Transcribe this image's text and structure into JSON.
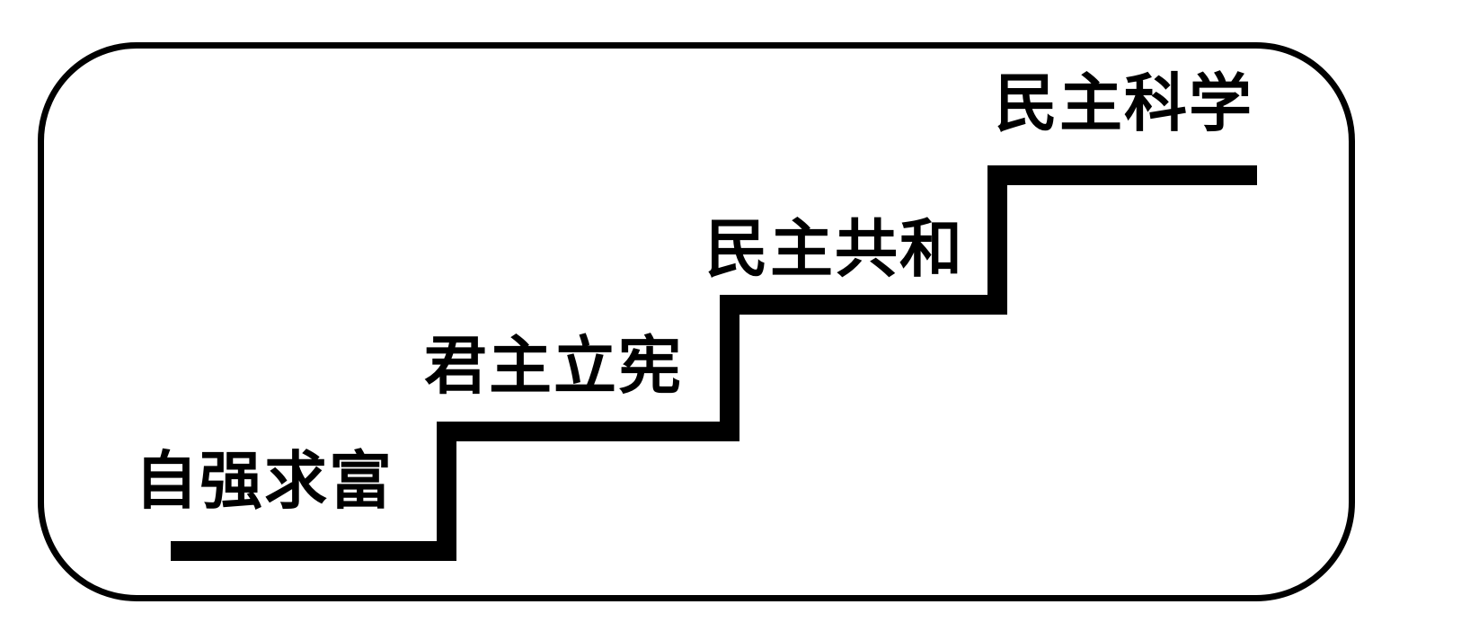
{
  "diagram": {
    "steps": [
      {
        "label": "自强求富"
      },
      {
        "label": "君主立宪"
      },
      {
        "label": "民主共和"
      },
      {
        "label": "民主科学"
      }
    ],
    "colors": {
      "line": "#000000",
      "background": "#ffffff"
    }
  }
}
